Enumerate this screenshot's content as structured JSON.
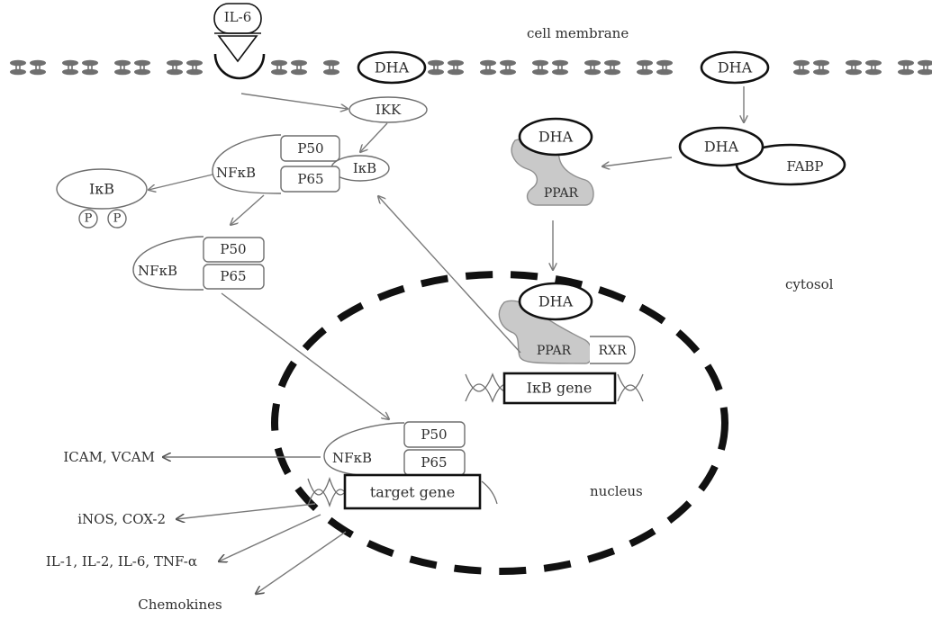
{
  "labels": {
    "cell_membrane": "cell membrane",
    "cytosol": "cytosol",
    "nucleus": "nucleus",
    "il6": "IL-6",
    "ikk": "IKK",
    "dha": "DHA",
    "fabp": "FABP",
    "ppar": "PPAR",
    "rxr": "RXR",
    "nfkb": "NFκB",
    "p50": "P50",
    "p65": "P65",
    "ikb": "IκB",
    "phospho": "P",
    "ikb_gene": "IκB gene",
    "target_gene": "target gene"
  },
  "outputs": [
    "ICAM, VCAM",
    "iNOS, COX-2",
    "IL-1, IL-2, IL-6, TNF-α",
    "Chemokines"
  ]
}
